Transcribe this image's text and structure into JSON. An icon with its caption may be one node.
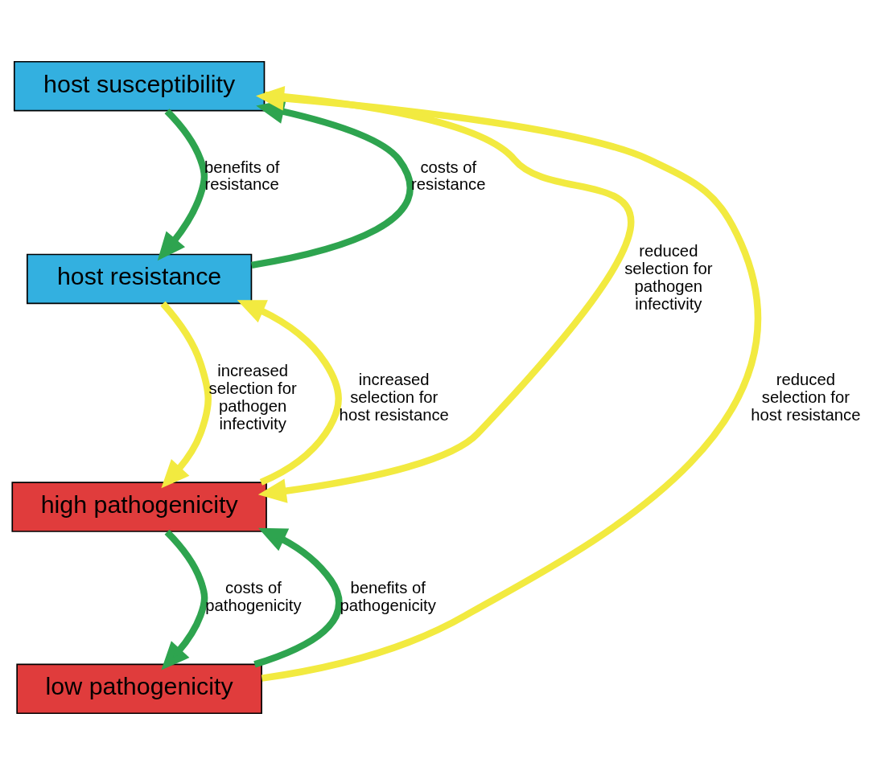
{
  "diagram": {
    "nodes": [
      {
        "text": [
          "host susceptibility"
        ]
      },
      {
        "text": [
          "host resistance"
        ]
      },
      {
        "text": [
          "high pathogenicity"
        ]
      },
      {
        "text": [
          "low pathogenicity"
        ]
      }
    ],
    "edges": [
      {
        "from": 1,
        "to": 0,
        "arrow": "to",
        "label": "costs of resistance",
        "color": "#2ea44f"
      },
      {
        "from": 0,
        "to": 1,
        "arrow": "to",
        "label": "benefits of resistance",
        "color": "#2ea44f"
      },
      {
        "from": 0,
        "to": 2,
        "arrow": "to",
        "label": "reduced selection for pathogen infectivity",
        "color": "#f2ea40"
      },
      {
        "from": 1,
        "to": 2,
        "arrow": "to",
        "label": "increased selection for pathogen infectivity",
        "color": "#f2ea40"
      },
      {
        "from": 2,
        "to": 1,
        "arrow": "to",
        "label": "increased selection for host resistance",
        "color": "#f2ea40"
      },
      {
        "from": 3,
        "to": 0,
        "arrow": "to",
        "label": "reduced selection for host resistance",
        "color": "#f2ea40"
      },
      {
        "from": 2,
        "to": 3,
        "arrow": "to",
        "label": "costs of pathogenicity",
        "color": "#2ea44f"
      },
      {
        "from": 3,
        "to": 2,
        "arrow": "to",
        "label": "benefits of pathogenicity",
        "color": "#2ea44f"
      }
    ]
  }
}
